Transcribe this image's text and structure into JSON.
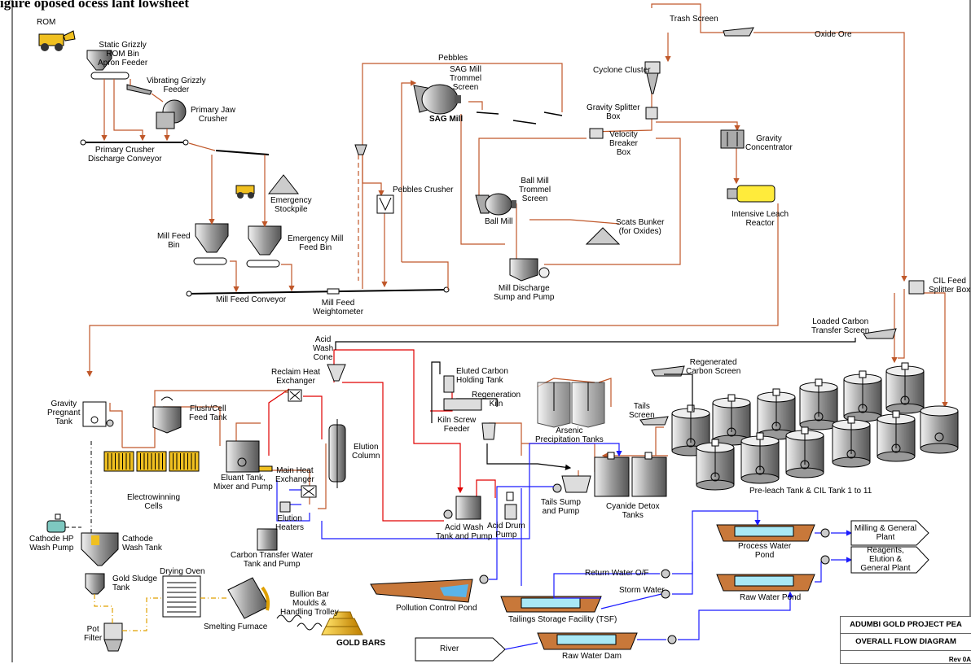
{
  "figure_heading": "igure        oposed      ocess  lant  lowsheet",
  "labels": {
    "rom": "ROM",
    "static_grizzly": "Static Grizzly\nROM Bin\nApron Feeder",
    "vibrating_grizzly": "Vibrating Grizzly\nFeeder",
    "primary_jaw": "Primary Jaw\nCrusher",
    "primary_conveyor": "Primary Crusher\nDischarge Conveyor",
    "emergency_stockpile": "Emergency\nStockpile",
    "mill_feed_bin": "Mill Feed\nBin",
    "emergency_mill_feed_bin": "Emergency Mill\nFeed Bin",
    "mill_feed_conveyor": "Mill Feed  Conveyor",
    "mill_feed_weightometer": "Mill Feed\nWeightometer",
    "pebbles": "Pebbles",
    "pebbles_crusher": "Pebbles Crusher",
    "sag_trommel": "SAG Mill\nTrommel\nScreen",
    "sag_mill": "SAG Mill",
    "ball_mill_trommel": "Ball Mill\nTrommel\nScreen",
    "ball_mill": "Ball Mill",
    "scats_bunker": "Scats Bunker\n(for Oxides)",
    "mill_discharge": "Mill Discharge\nSump and Pump",
    "trash_screen": "Trash Screen",
    "oxide_ore": "Oxide Ore",
    "cyclone_cluster": "Cyclone Cluster",
    "gravity_splitter": "Gravity Splitter\nBox",
    "velocity_breaker": "Velocity\nBreaker\nBox",
    "gravity_concentrator": "Gravity\nConcentrator",
    "intensive_leach": "Intensive Leach\nReactor",
    "cil_feed_splitter": "CIL Feed\nSplitter Box",
    "loaded_carbon": "Loaded Carbon\nTransfer Screen",
    "regenerated_carbon": "Regenerated\nCarbon Screen",
    "tails_screen": "Tails\nScreen",
    "pre_leach": "Pre-leach Tank & CIL Tank 1 to 11",
    "acid_wash_cone": "Acid\nWash\nCone",
    "eluted_carbon": "Eluted Carbon\nHolding Tank",
    "regeneration_kiln": "Regeneration\nKiln",
    "kiln_screw": "Kiln Screw\nFeeder",
    "arsenic": "Arsenic\nPrecipitation Tanks",
    "reclaim_heat": "Reclaim Heat\nExchanger",
    "gravity_pregnant": "Gravity\nPregnant\nTank",
    "flush_cell": "Flush/Cell\nFeed Tank",
    "electrowinning": "Electrowinning\nCells",
    "eluant_tank": "Eluant Tank,\nMixer and Pump",
    "elution_column": "Elution\nColumn",
    "main_heat": "Main Heat\nExchanger",
    "elution_heaters": "Elution\nHeaters",
    "acid_wash_tank": "Acid Wash\nTank and Pump",
    "acid_drum_pump": "Acid Drum\nPump",
    "tails_sump": "Tails Sump\nand Pump",
    "cyanide_detox": "Cyanide Detox\nTanks",
    "cathode_hp": "Cathode HP\nWash Pump",
    "cathode_wash": "Cathode\nWash Tank",
    "carbon_transfer_water": "Carbon Transfer Water\nTank and Pump",
    "gold_sludge": "Gold Sludge\nTank",
    "drying_oven": "Drying Oven",
    "smelting_furnace": "Smelting Furnace",
    "bullion": "Bullion Bar\nMoulds &\nHandling Trolley",
    "gold_bars": "GOLD BARS",
    "pot_filter": "Pot\nFilter",
    "pollution_pond": "Pollution Control Pond",
    "return_water": "Return Water  O/F",
    "storm_water": "Storm Water",
    "tsf": "Tailings Storage Facility (TSF)",
    "river": "River",
    "raw_water_dam": "Raw Water Dam",
    "process_water_pond": "Process Water\nPond",
    "raw_water_pond": "Raw Water Pond",
    "milling_general": "Milling & General\nPlant",
    "reagents": "Reagents,\nElution &\nGeneral Plant"
  },
  "title_block": {
    "project": "ADUMBI GOLD PROJECT PEA",
    "drawing": "OVERALL FLOW DIAGRAM",
    "rev": "Rev 0A"
  },
  "colors": {
    "slurry": "#c0582a",
    "water": "#1a1aff",
    "solution": "#e00000",
    "carbon": "#000000",
    "gold": "#e0a000",
    "equipment_fill": "#d0d0d0",
    "pond_water": "#a9e8f5",
    "pond_earth": "#c8783a"
  }
}
